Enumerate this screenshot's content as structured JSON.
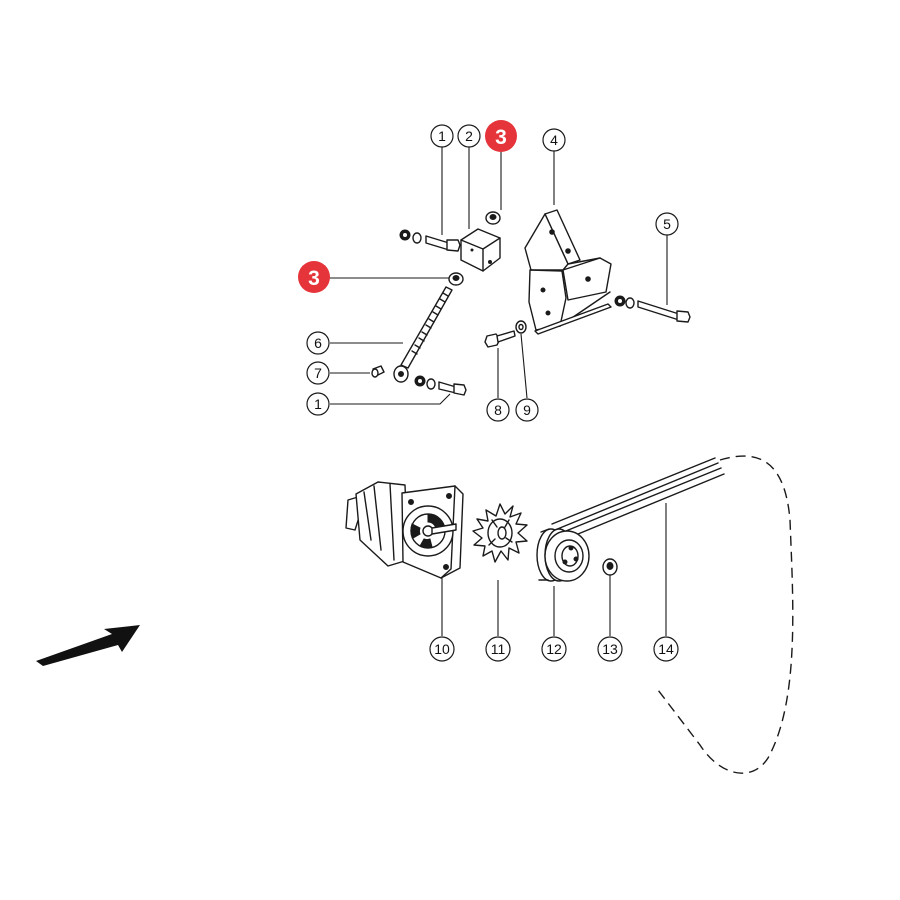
{
  "callouts": {
    "c1a": "1",
    "c2": "2",
    "c3a": "3",
    "c3b": "3",
    "c4": "4",
    "c5": "5",
    "c6": "6",
    "c7": "7",
    "c1b": "1",
    "c8": "8",
    "c9": "9",
    "c10": "10",
    "c11": "11",
    "c12": "12",
    "c13": "13",
    "c14": "14"
  },
  "colors": {
    "highlight": "#e5343a",
    "ink": "#1a1a1a",
    "background": "#ffffff"
  },
  "icons": {
    "direction_arrow": "arrow-icon"
  }
}
